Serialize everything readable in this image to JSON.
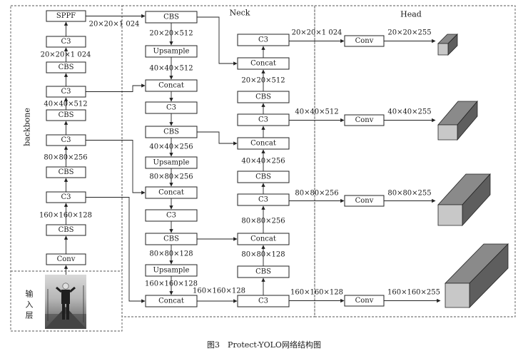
{
  "sections": {
    "backbone": "backbone",
    "neck": "Neck",
    "head": "Head"
  },
  "input": {
    "label_lines": [
      "输",
      "入",
      "层"
    ]
  },
  "backbone_blocks": {
    "sppf": "SPPF",
    "c3_top": "C3",
    "cbs_1": "CBS",
    "c3_2": "C3",
    "cbs_2": "CBS",
    "c3_3": "C3",
    "cbs_3": "CBS",
    "c3_4": "C3",
    "cbs_4": "CBS",
    "conv": "Conv"
  },
  "backbone_labels": {
    "l_20_1024": "20×20×1 024",
    "l_40_512": "40×40×512",
    "l_80_256": "80×80×256",
    "l_160_128": "160×160×128"
  },
  "neck_left_blocks": {
    "cbs_a": "CBS",
    "upsample_a": "Upsample",
    "concat_a": "Concat",
    "c3_a": "C3",
    "cbs_b": "CBS",
    "upsample_b": "Upsample",
    "concat_b": "Concat",
    "c3_b": "C3",
    "cbs_c": "CBS",
    "upsample_c": "Upsample",
    "concat_c": "Concat"
  },
  "neck_left_labels": {
    "l_sppf_out": "20×20×1 024",
    "l_20_512": "20×20×512",
    "l_40_512": "40×40×512",
    "l_40_256": "40×40×256",
    "l_80_256": "80×80×256",
    "l_80_128": "80×80×128",
    "l_160_128_a": "160×160×128",
    "l_160_128_b": "160×160×128"
  },
  "neck_right_blocks": {
    "c3_r1": "C3",
    "concat_r1": "Concat",
    "cbs_r1": "CBS",
    "c3_r2": "C3",
    "concat_r2": "Concat",
    "cbs_r2": "CBS",
    "c3_r3": "C3",
    "concat_r3": "Concat",
    "cbs_r3": "CBS",
    "c3_r4": "C3"
  },
  "neck_right_labels": {
    "l_20_512": "20×20×512",
    "l_40_256": "40×40×256",
    "l_80_256": "80×80×256",
    "l_80_128": "80×80×128"
  },
  "head": {
    "conv_1": "Conv",
    "conv_2": "Conv",
    "conv_3": "Conv",
    "conv_4": "Conv",
    "in_1": "20×20×1 024",
    "in_2": "40×40×512",
    "in_3": "80×80×256",
    "in_4": "160×160×128",
    "out_1": "20×20×255",
    "out_2": "40×40×255",
    "out_3": "80×80×255",
    "out_4": "160×160×255"
  },
  "colors": {
    "cube_front": "#c8c8c8",
    "cube_top": "#8a8a8a",
    "cube_side": "#5e5e5e"
  },
  "caption": "图3　Protect-YOLO网络结构图"
}
